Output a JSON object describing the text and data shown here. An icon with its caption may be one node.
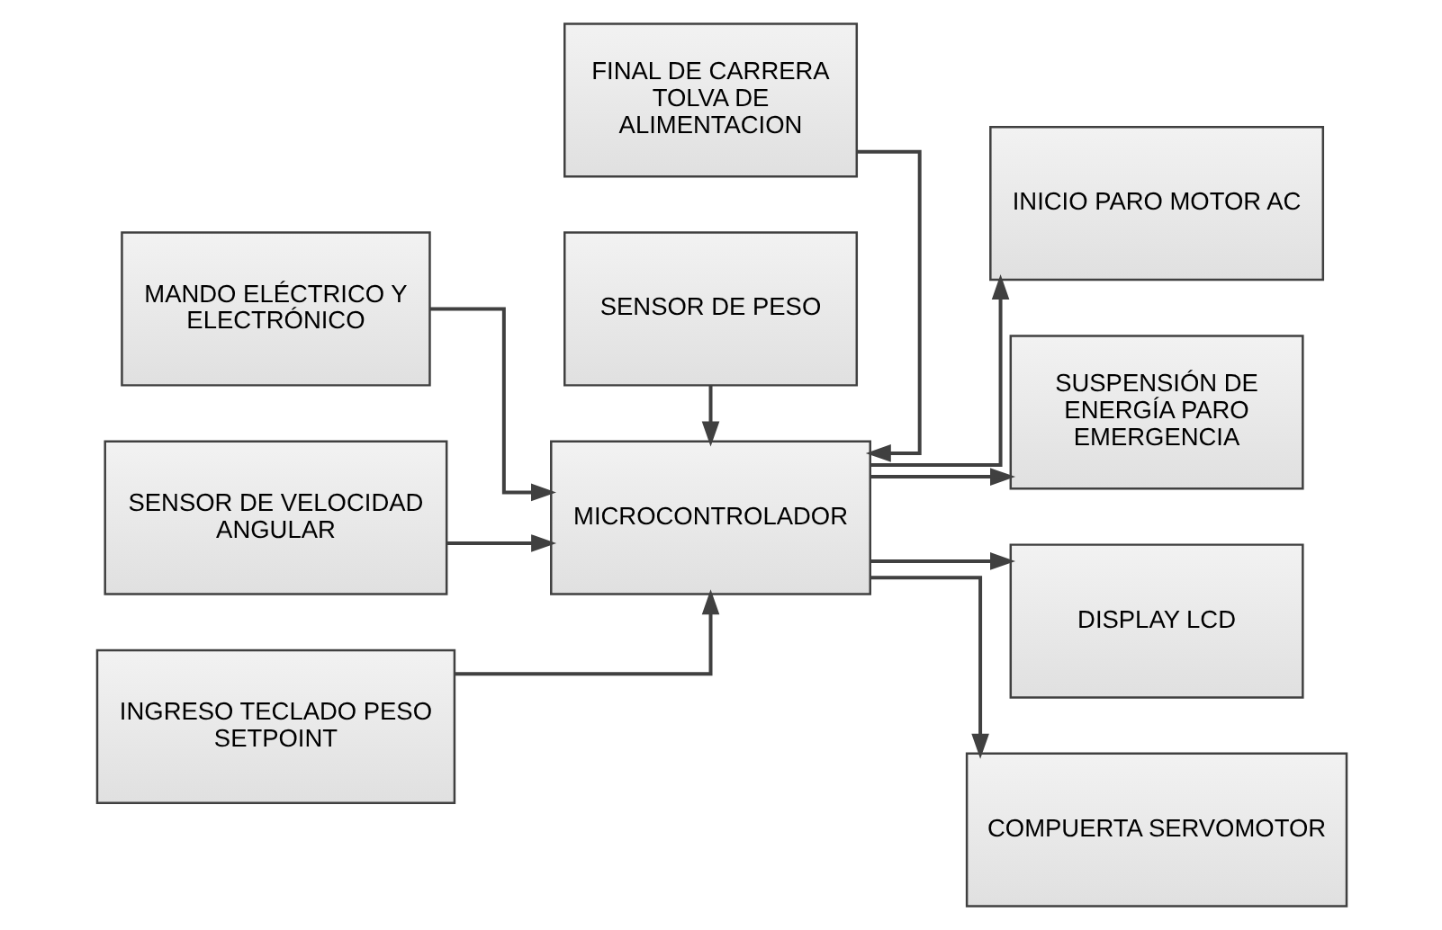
{
  "diagram": {
    "nodes": [
      {
        "text": [
          "MANDO ELÉCTRICO Y ELECTRÓNICO"
        ]
      },
      {
        "text": [
          "SENSOR DE VELOCIDAD ANGULAR"
        ]
      },
      {
        "text": [
          "INGRESO TECLADO PESO SETPOINT"
        ]
      },
      {
        "text": [
          "FINAL DE CARRERA TOLVA DE ALIMENTACION"
        ]
      },
      {
        "text": [
          "MICROCONTROLADOR"
        ]
      },
      {
        "text": [
          "SENSOR DE PESO"
        ]
      },
      {
        "text": [
          "INICIO PARO MOTOR AC"
        ]
      },
      {
        "text": [
          "SUSPENSIÓN DE ENERGÍA PARO EMERGENCIA"
        ]
      },
      {
        "text": [
          "DISPLAY LCD"
        ]
      },
      {
        "text": [
          "COMPUERTA SERVOMOTOR"
        ]
      }
    ],
    "edges": [
      {
        "from": 0,
        "to": 4,
        "arrow": "to"
      },
      {
        "from": 1,
        "to": 4,
        "arrow": "to"
      },
      {
        "from": 2,
        "to": 4,
        "arrow": "to"
      },
      {
        "from": 3,
        "to": 4,
        "arrow": "to"
      },
      {
        "from": 5,
        "to": 4,
        "arrow": "to"
      },
      {
        "from": 4,
        "to": 6,
        "arrow": "to"
      },
      {
        "from": 4,
        "to": 7,
        "arrow": "to"
      },
      {
        "from": 4,
        "to": 8,
        "arrow": "to"
      },
      {
        "from": 4,
        "to": 9,
        "arrow": "to"
      }
    ]
  }
}
